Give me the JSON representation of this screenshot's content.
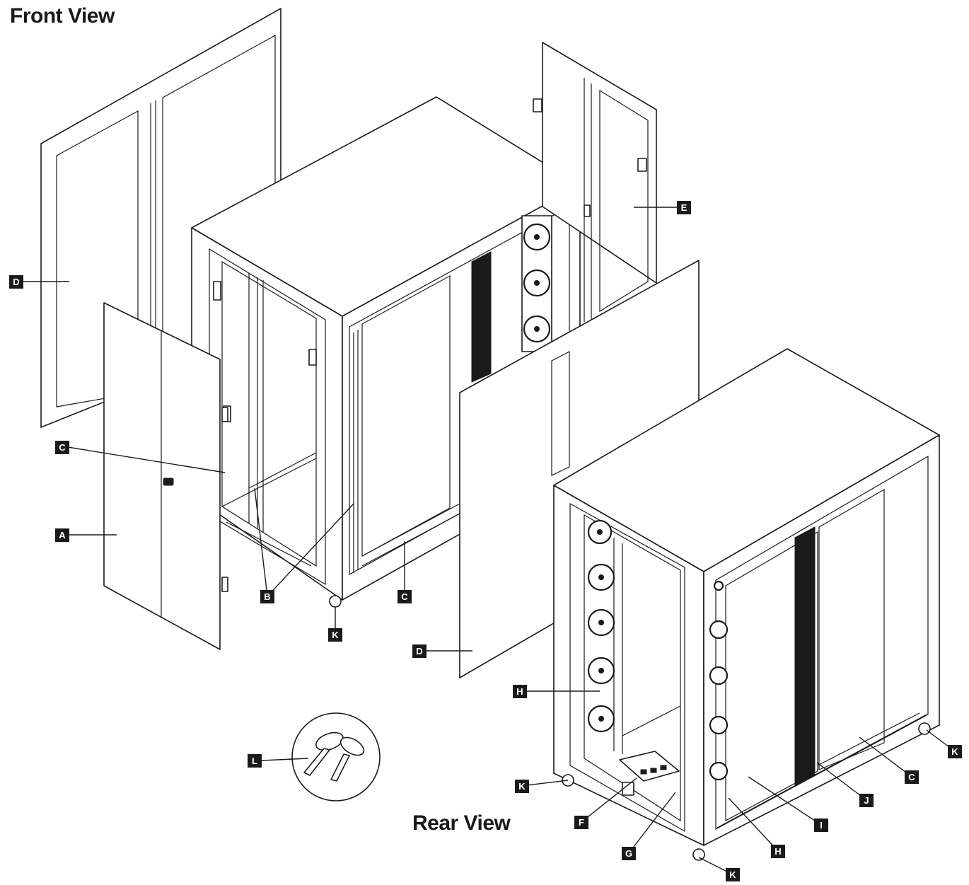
{
  "titles": {
    "front": "Front View",
    "rear": "Rear View"
  },
  "callouts": {
    "A": "A",
    "B": "B",
    "C": "C",
    "D": "D",
    "E": "E",
    "F": "F",
    "G": "G",
    "H": "H",
    "I": "I",
    "J": "J",
    "K": "K",
    "L": "L"
  },
  "colors": {
    "line": "#1a1a1a",
    "fill": "#ffffff",
    "callout_background": "#1a1a1a",
    "callout_text": "#ffffff"
  }
}
